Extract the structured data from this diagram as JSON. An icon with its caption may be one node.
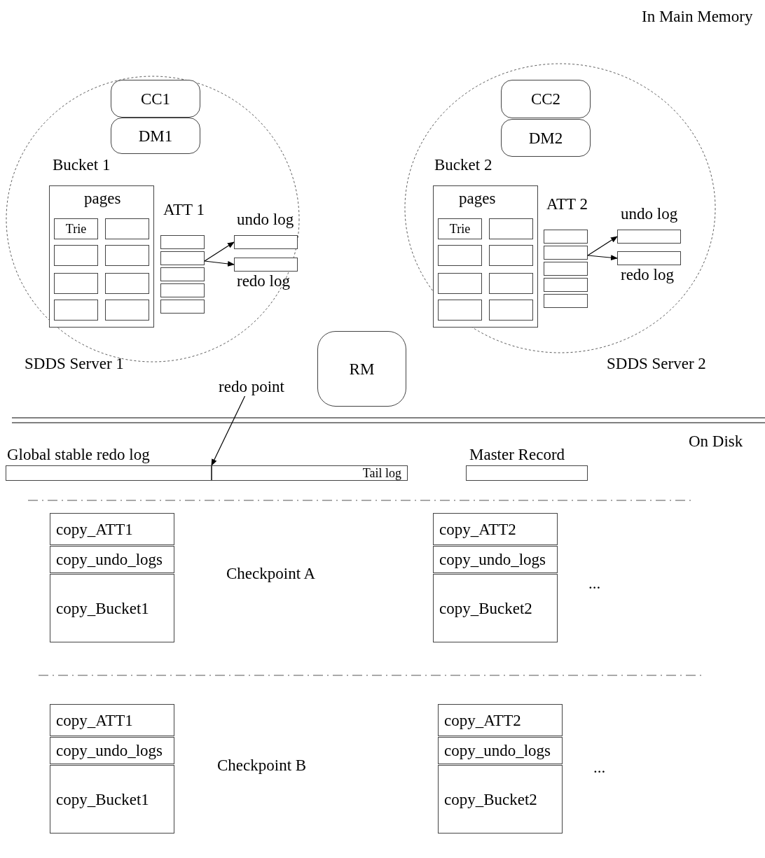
{
  "diagram": {
    "nodes": [
      {
        "text": [
          "SDDS Server 1"
        ]
      },
      {
        "text": [
          "CC1"
        ],
        "in": 0
      },
      {
        "text": [
          "DM1"
        ],
        "in": 0
      },
      {
        "text": [
          "Bucket 1",
          "pages"
        ],
        "in": 0
      },
      {
        "text": [
          "Trie"
        ],
        "in": 3
      },
      {
        "text": [],
        "shape": "box",
        "in": 3
      },
      {
        "text": [],
        "shape": "box",
        "in": 3
      },
      {
        "text": [],
        "shape": "box",
        "in": 3
      },
      {
        "text": [],
        "shape": "box",
        "in": 3
      },
      {
        "text": [],
        "shape": "box",
        "in": 3
      },
      {
        "text": [],
        "shape": "box",
        "in": 3
      },
      {
        "text": [],
        "shape": "box",
        "in": 3
      },
      {
        "text": [],
        "shape": "box",
        "in": 0
      },
      {
        "text": [],
        "shape": "box",
        "in": 0
      },
      {
        "text": [],
        "shape": "box",
        "in": 0
      },
      {
        "text": [],
        "shape": "box",
        "in": 0
      },
      {
        "text": [],
        "shape": "box",
        "in": 0
      },
      {
        "text": [
          "undo log"
        ],
        "in": 0
      },
      {
        "text": [
          "redo log"
        ],
        "in": 0
      },
      {
        "text": [
          "SDDS Server 2"
        ]
      },
      {
        "text": [
          "CC2"
        ],
        "in": 19
      },
      {
        "text": [
          "DM2"
        ],
        "in": 19
      },
      {
        "text": [
          "Bucket 2",
          "pages"
        ],
        "in": 19
      },
      {
        "text": [
          "Trie"
        ],
        "in": 22
      },
      {
        "text": [],
        "shape": "box",
        "in": 22
      },
      {
        "text": [],
        "shape": "box",
        "in": 22
      },
      {
        "text": [],
        "shape": "box",
        "in": 22
      },
      {
        "text": [],
        "shape": "box",
        "in": 22
      },
      {
        "text": [],
        "shape": "box",
        "in": 22
      },
      {
        "text": [],
        "shape": "box",
        "in": 22
      },
      {
        "text": [],
        "shape": "box",
        "in": 22
      },
      {
        "text": [],
        "shape": "box",
        "in": 19
      },
      {
        "text": [],
        "shape": "box",
        "in": 19
      },
      {
        "text": [],
        "shape": "box",
        "in": 19
      },
      {
        "text": [],
        "shape": "box",
        "in": 19
      },
      {
        "text": [],
        "shape": "box",
        "in": 19
      },
      {
        "text": [
          "undo log"
        ],
        "in": 19
      },
      {
        "text": [
          "redo log"
        ],
        "in": 19
      },
      {
        "text": [
          "RM"
        ]
      },
      {
        "text": [
          "redo point"
        ]
      },
      {
        "text": [
          "Global stable redo log"
        ]
      },
      {
        "text": [],
        "shape": "box",
        "in": 40
      },
      {
        "text": [
          "Tail log"
        ],
        "in": 40
      },
      {
        "text": [
          "Master Record"
        ]
      },
      {
        "text": [
          "copy_ATT1"
        ]
      },
      {
        "text": [
          "copy_undo_logs"
        ]
      },
      {
        "text": [
          "copy_Bucket1"
        ]
      },
      {
        "text": [
          "copy_ATT2"
        ]
      },
      {
        "text": [
          "copy_undo_logs"
        ]
      },
      {
        "text": [
          "copy_Bucket2"
        ]
      },
      {
        "text": [
          "copy_ATT1"
        ]
      },
      {
        "text": [
          "copy_undo_logs"
        ]
      },
      {
        "text": [
          "copy_Bucket1"
        ]
      },
      {
        "text": [
          "copy_ATT2"
        ]
      },
      {
        "text": [
          "copy_undo_logs"
        ]
      },
      {
        "text": [
          "copy_Bucket2"
        ]
      }
    ],
    "edges": [
      {
        "from": 13,
        "to": 17,
        "arrow": "to"
      },
      {
        "from": 13,
        "to": 18,
        "arrow": "to"
      },
      {
        "from": 32,
        "to": 36,
        "arrow": "to"
      },
      {
        "from": 32,
        "to": 37,
        "arrow": "to"
      },
      {
        "from": 39,
        "to": 42,
        "arrow": "to"
      }
    ],
    "labels": [
      "In Main Memory",
      "ATT 1",
      "ATT 2",
      "On Disk",
      "Checkpoint A",
      "...",
      "Checkpoint B",
      "..."
    ]
  }
}
